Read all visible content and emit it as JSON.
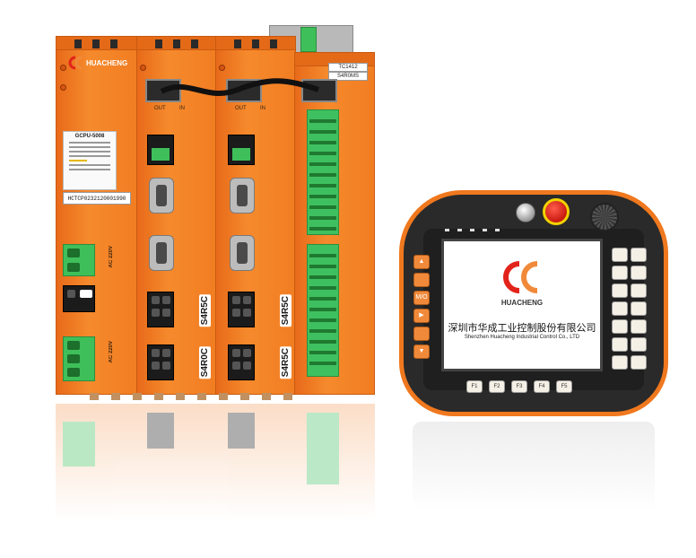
{
  "product": {
    "controller": {
      "brand": "HUACHENG",
      "cpu_model": "GCPU-5008",
      "serial": "HCTCP0232120001990",
      "io_module_label": [
        "TC1412",
        "S4R0MS"
      ],
      "drive_labels": [
        "S4R5C",
        "S4R0C",
        "S4R5C",
        "S4R5C"
      ],
      "port_labels": [
        "OUT",
        "IN"
      ],
      "power_label": "AC 220V"
    },
    "pendant": {
      "brand": "HUACHENG",
      "company_cn": "深圳市华成工业控制股份有限公司",
      "company_en": "Shenzhen  Huacheng  Industrial  Control  Co., LTD",
      "function_keys": [
        "F1",
        "F2",
        "F3",
        "F4",
        "F5"
      ],
      "left_keys": [
        "▲",
        "",
        "M/O",
        "▶",
        "",
        "▼"
      ]
    }
  },
  "colors": {
    "body_orange": "#f27d22",
    "terminal_green": "#3fbf5a",
    "logo_red": "#e2231a",
    "logo_orange": "#f08a3a"
  }
}
